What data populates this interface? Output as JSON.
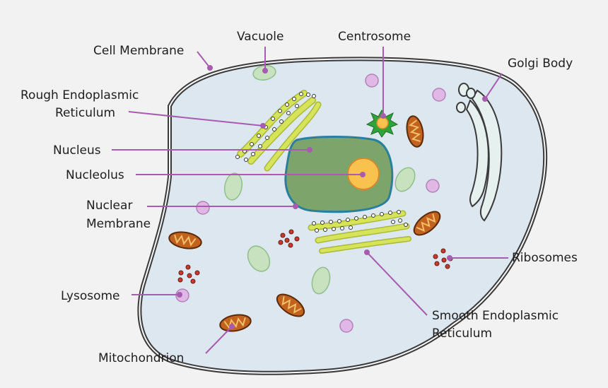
{
  "diagram": {
    "subject": "animal cell",
    "labels": {
      "cell_membrane": "Cell Membrane",
      "vacuole": "Vacuole",
      "centrosome": "Centrosome",
      "golgi_body": "Golgi Body",
      "rough_er_line1": "Rough Endoplasmic",
      "rough_er_line2": "Reticulum",
      "nucleus": "Nucleus",
      "nucleolus": "Nucleolus",
      "nuclear_membrane_line1": "Nuclear",
      "nuclear_membrane_line2": "Membrane",
      "ribosomes": "Ribosomes",
      "lysosome": "Lysosome",
      "smooth_er_line1": "Smooth Endoplasmic",
      "smooth_er_line2": "Reticulum",
      "mitochondrion": "Mitochondrion"
    },
    "colors": {
      "background": "#f2f2f2",
      "cytoplasm": "#dde7ef",
      "membrane": "#3a3a3a",
      "leader": "#a85cb0",
      "nucleus_fill": "#7da56b",
      "nuclear_membrane": "#2a7f9a",
      "nucleolus": "#f9c24f",
      "er": "#d6e45a",
      "vacuole": "#c8e2c0",
      "lysosome": "#e1b7e6",
      "mitochondrion": "#c2621f",
      "ribosome": "#c73a2e",
      "centrosome": "#2fa33a",
      "golgi": "#e6f0ef"
    }
  }
}
